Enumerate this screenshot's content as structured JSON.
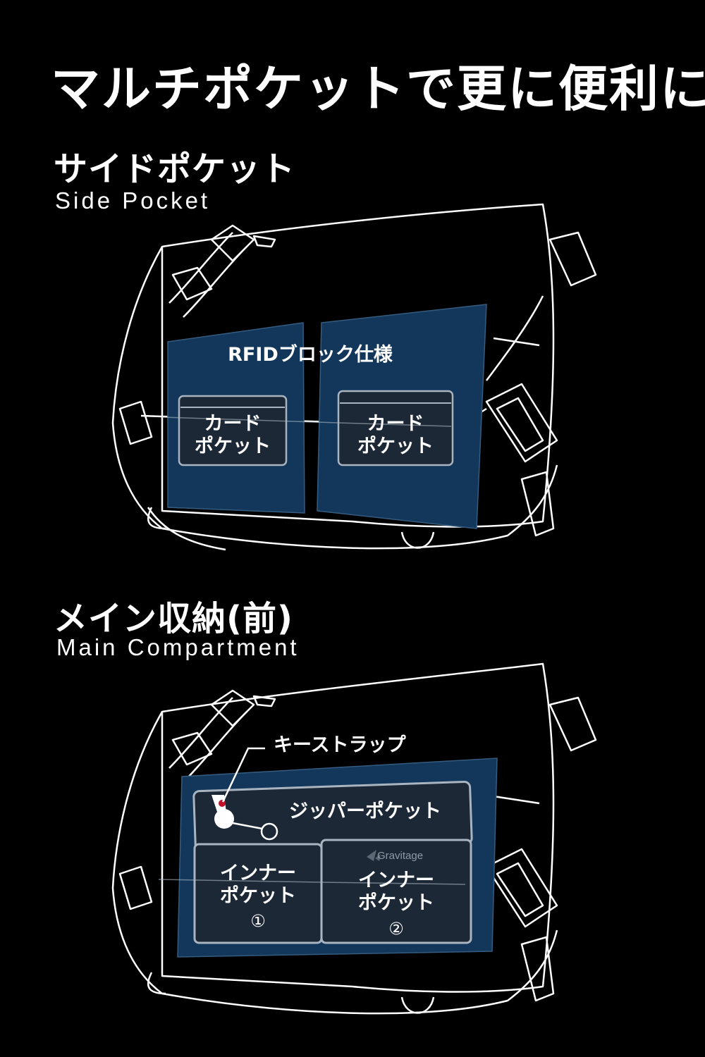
{
  "title": "マルチポケットで更に便利に",
  "side_pocket": {
    "title": "サイドポケット",
    "subtitle": "Side Pocket",
    "rfid_label": "RFIDブロック仕様",
    "card_left": "カード\nポケット",
    "card_right": "カード\nポケット"
  },
  "main_compartment": {
    "title": "メイン収納(前)",
    "subtitle": "Main Compartment",
    "key_strap": "キーストラップ",
    "zip_pocket": "ジッパーポケット",
    "logo": "Gravitage",
    "inner_1": "インナー\nポケット",
    "inner_1_num": "①",
    "inner_2": "インナー\nポケット",
    "inner_2_num": "②"
  },
  "colors": {
    "background": "#000000",
    "panel": "#12375a",
    "card": "#1c2836",
    "outline": "#ffffff",
    "accent": "#c0102a"
  }
}
